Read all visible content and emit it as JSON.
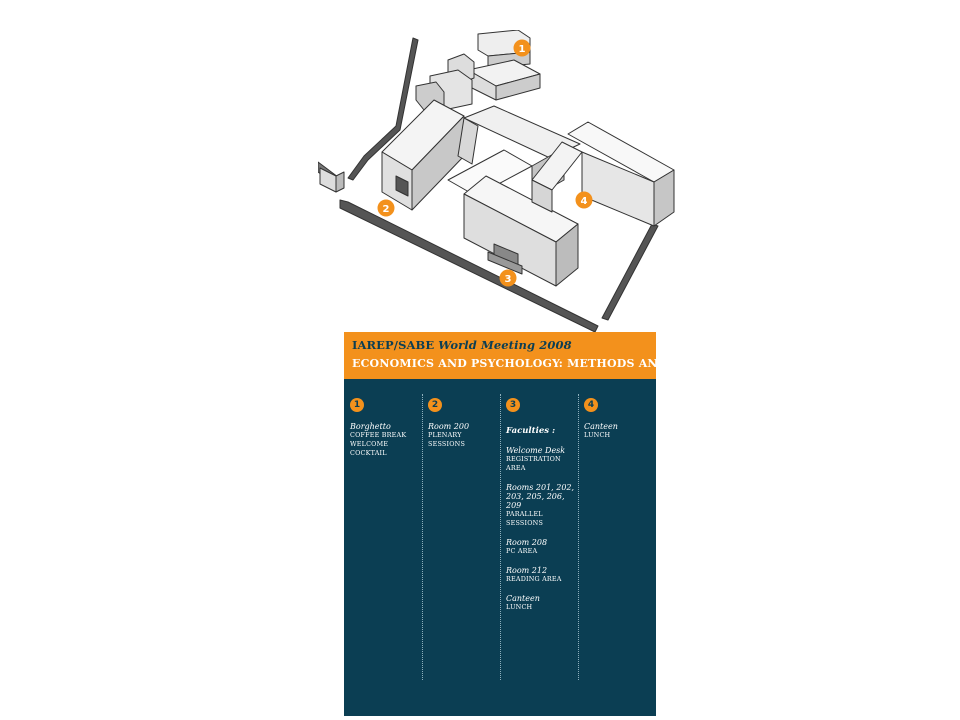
{
  "banner": {
    "org": "IAREP/SABE",
    "event": "World Meeting 2008",
    "theme": "ECONOMICS AND PSYCHOLOGY: METHODS AND SYNERGIES"
  },
  "colors": {
    "accent": "#f3911c",
    "panel": "#0b3e53"
  },
  "markers": [
    "1",
    "2",
    "3",
    "4"
  ],
  "columns": [
    {
      "num": "1",
      "entries": [
        {
          "title": "Borghetto",
          "sub": [
            "COFFEE BREAK",
            "WELCOME COCKTAIL"
          ]
        }
      ]
    },
    {
      "num": "2",
      "entries": [
        {
          "title": "Room 200",
          "sub": [
            "PLENARY SESSIONS"
          ]
        }
      ]
    },
    {
      "num": "3",
      "heading": "Faculties :",
      "entries": [
        {
          "title": "Welcome Desk",
          "sub": [
            "REGISTRATION AREA"
          ]
        },
        {
          "title": "Rooms  201, 202,",
          "title2": "203, 205, 206, 209",
          "sub": [
            "PARALLEL SESSIONS"
          ]
        },
        {
          "title": "Room 208",
          "sub": [
            "PC AREA"
          ]
        },
        {
          "title": "Room 212",
          "sub": [
            "READING AREA"
          ]
        },
        {
          "title": "Canteen",
          "sub": [
            "LUNCH"
          ]
        }
      ]
    },
    {
      "num": "4",
      "entries": [
        {
          "title": "Canteen",
          "sub": [
            "LUNCH"
          ]
        }
      ]
    }
  ]
}
